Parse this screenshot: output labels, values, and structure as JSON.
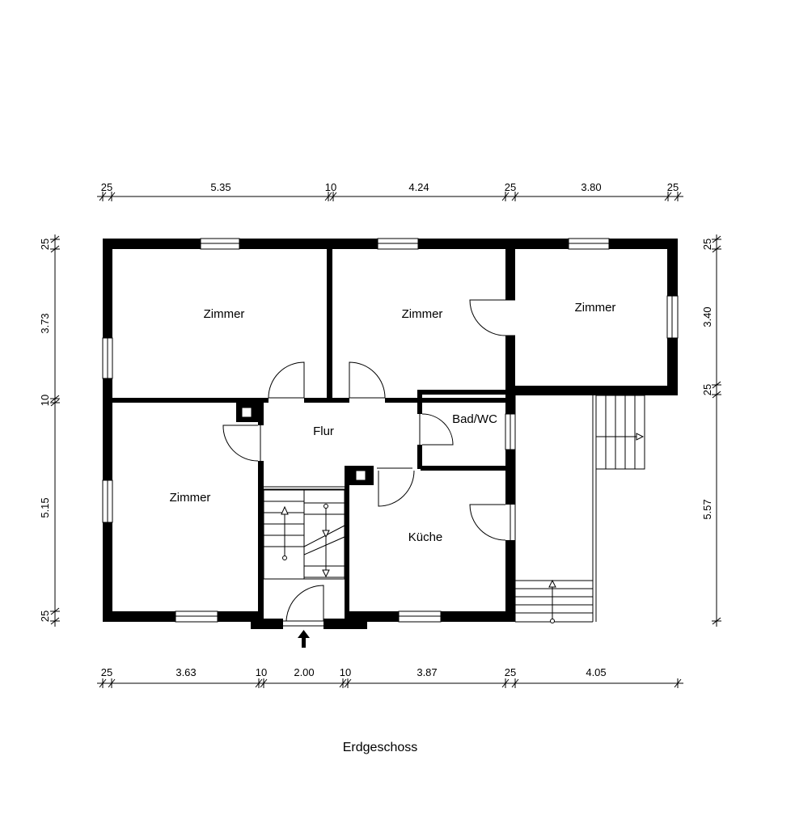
{
  "title": "Erdgeschoss",
  "rooms": {
    "zimmer_top_left": "Zimmer",
    "zimmer_top_middle": "Zimmer",
    "zimmer_top_right": "Zimmer",
    "zimmer_bottom_left": "Zimmer",
    "flur": "Flur",
    "bad_wc": "Bad/WC",
    "kueche": "Küche"
  },
  "dimensions": {
    "top": [
      "25",
      "5.35",
      "10",
      "4.24",
      "25",
      "3.80",
      "25"
    ],
    "bottom": [
      "25",
      "3.63",
      "10",
      "2.00",
      "10",
      "3.87",
      "25",
      "4.05"
    ],
    "left": [
      "25",
      "3.73",
      "10",
      "5.15",
      "25"
    ],
    "right": [
      "25",
      "3.40",
      "25",
      "5.57"
    ]
  }
}
